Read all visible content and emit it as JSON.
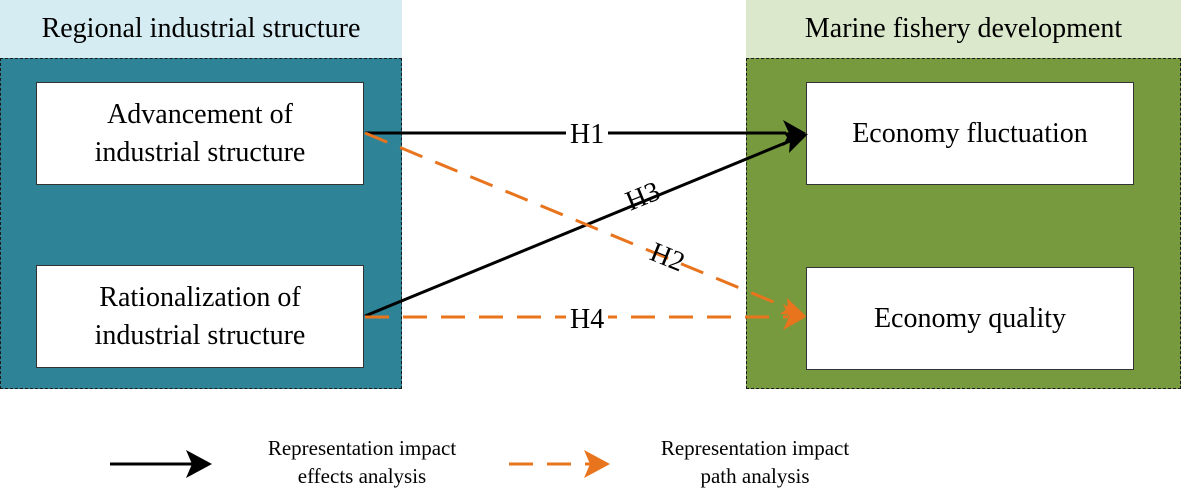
{
  "headers": {
    "left": "Regional industrial structure",
    "right": "Marine fishery development"
  },
  "boxes": {
    "advancement": [
      "Advancement of",
      "industrial structure"
    ],
    "rationalization": [
      "Rationalization of",
      "industrial structure"
    ],
    "fluctuation": "Economy fluctuation",
    "quality": "Economy quality"
  },
  "hypotheses": {
    "h1": "H1",
    "h2": "H2",
    "h3": "H3",
    "h4": "H4"
  },
  "legend": {
    "solid": [
      "Representation impact",
      "effects analysis"
    ],
    "dashed": [
      "Representation impact",
      "path analysis"
    ]
  },
  "colors": {
    "left_header_bg": "#d6ecf3",
    "right_header_bg": "#dbe8cc",
    "left_group_bg": "#2f8397",
    "right_group_bg": "#779a3e",
    "solid_arrow": "#000000",
    "dashed_arrow": "#e8741e"
  }
}
